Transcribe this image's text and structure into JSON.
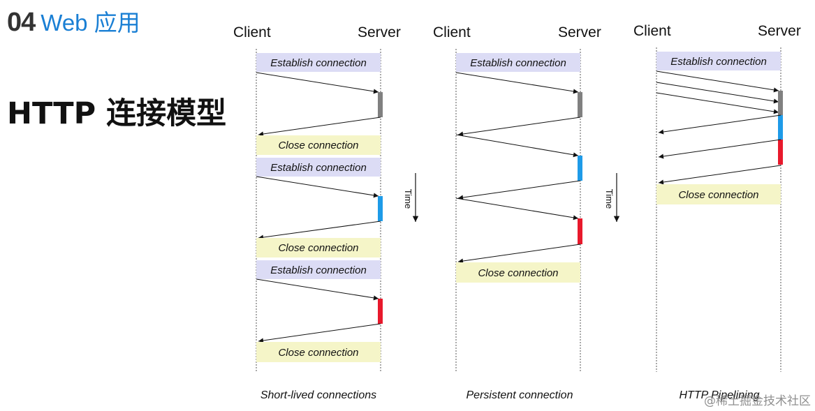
{
  "header": {
    "number": "04",
    "label": "Web 应用"
  },
  "title": "HTTP 连接模型",
  "colors": {
    "establish_bg": "#dcdcf5",
    "close_bg": "#f5f5c8",
    "activity_gray": "#808080",
    "activity_blue": "#1e9be8",
    "activity_red": "#e8192c",
    "header_blue": "#1a7fd4"
  },
  "diagrams": [
    {
      "client_label": "Client",
      "server_label": "Server",
      "caption": "Short-lived connections",
      "bars": [
        {
          "kind": "establish",
          "text": "Establish connection"
        },
        {
          "kind": "close",
          "text": "Close connection"
        },
        {
          "kind": "establish",
          "text": "Establish connection"
        },
        {
          "kind": "close",
          "text": "Close connection"
        },
        {
          "kind": "establish",
          "text": "Establish connection"
        },
        {
          "kind": "close",
          "text": "Close connection"
        }
      ]
    },
    {
      "client_label": "Client",
      "server_label": "Server",
      "caption": "Persistent connection",
      "bars": [
        {
          "kind": "establish",
          "text": "Establish connection"
        },
        {
          "kind": "close",
          "text": "Close connection"
        }
      ]
    },
    {
      "client_label": "Client",
      "server_label": "Server",
      "caption": "HTTP Pipelining",
      "bars": [
        {
          "kind": "establish",
          "text": "Establish connection"
        },
        {
          "kind": "close",
          "text": "Close connection"
        }
      ]
    }
  ],
  "time_label": "Time",
  "watermark": "@稀土掘金技术社区"
}
